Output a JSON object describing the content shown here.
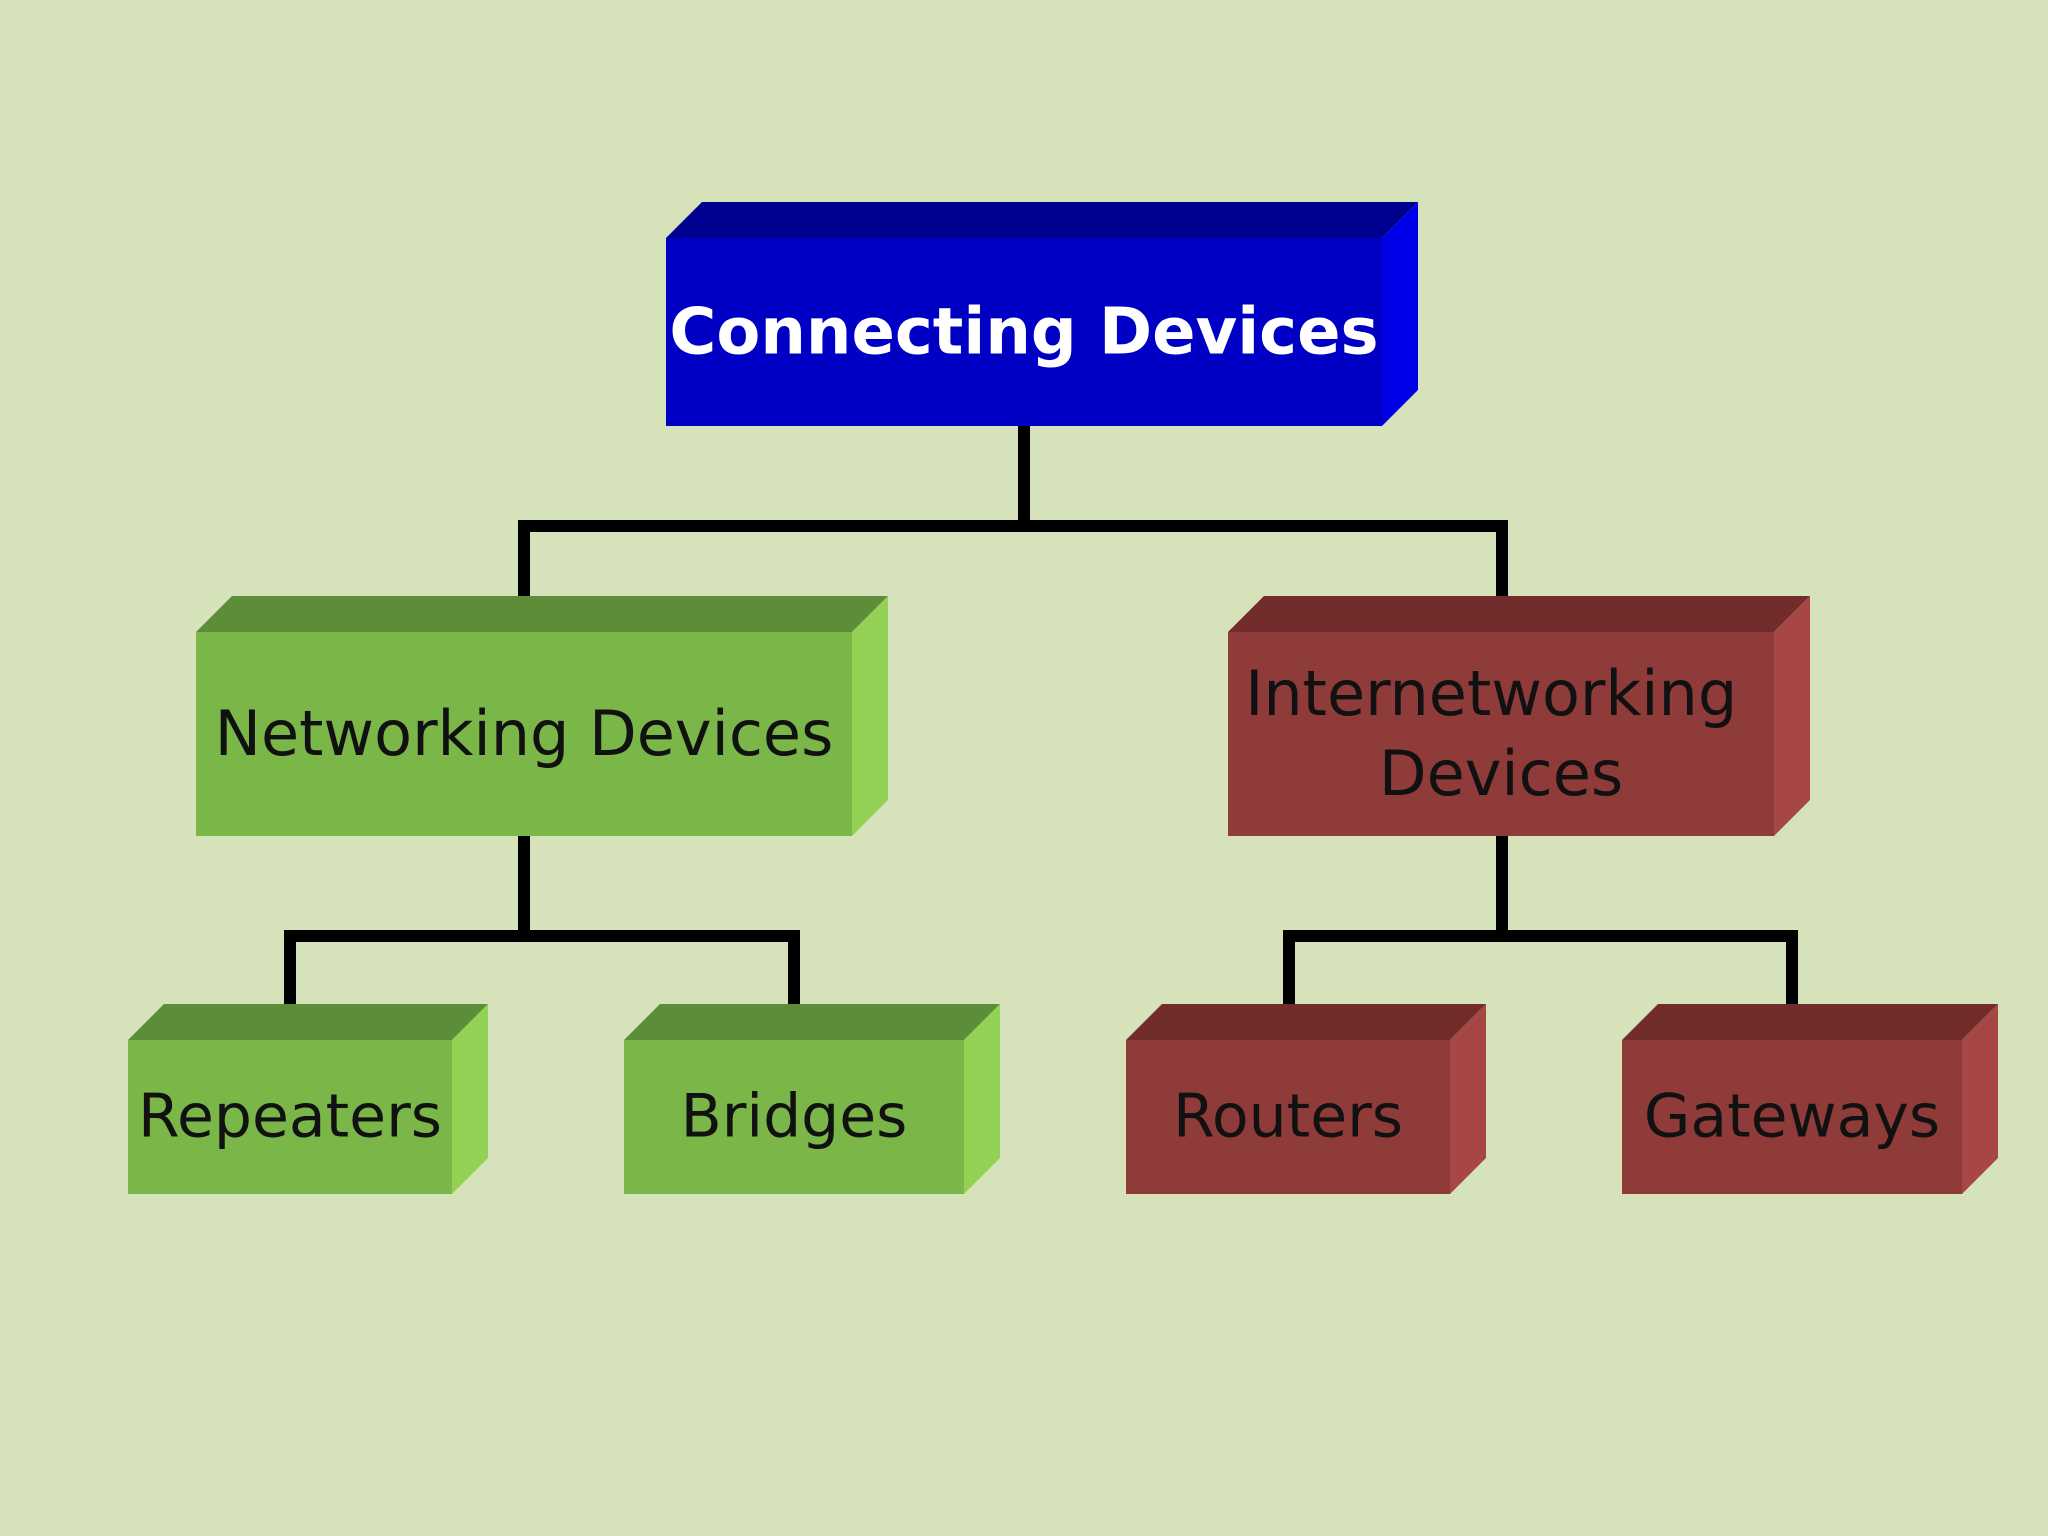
{
  "diagram": {
    "root": {
      "label": "Connecting Devices",
      "colors": {
        "front": "#0000c4",
        "top": "#000090",
        "side": "#0000e8"
      }
    },
    "left_branch": {
      "label": "Networking Devices",
      "colors": {
        "front": "#7ab648",
        "top": "#5d8d38",
        "side": "#92d154"
      },
      "children": [
        {
          "label": "Repeaters"
        },
        {
          "label": "Bridges"
        }
      ]
    },
    "right_branch": {
      "label_lines": [
        "Internetworking",
        "Devices"
      ],
      "colors": {
        "front": "#8e3b3a",
        "top": "#732c2c",
        "side": "#a64746"
      },
      "children": [
        {
          "label": "Routers"
        },
        {
          "label": "Gateways"
        }
      ]
    },
    "connector_color": "#000000"
  }
}
